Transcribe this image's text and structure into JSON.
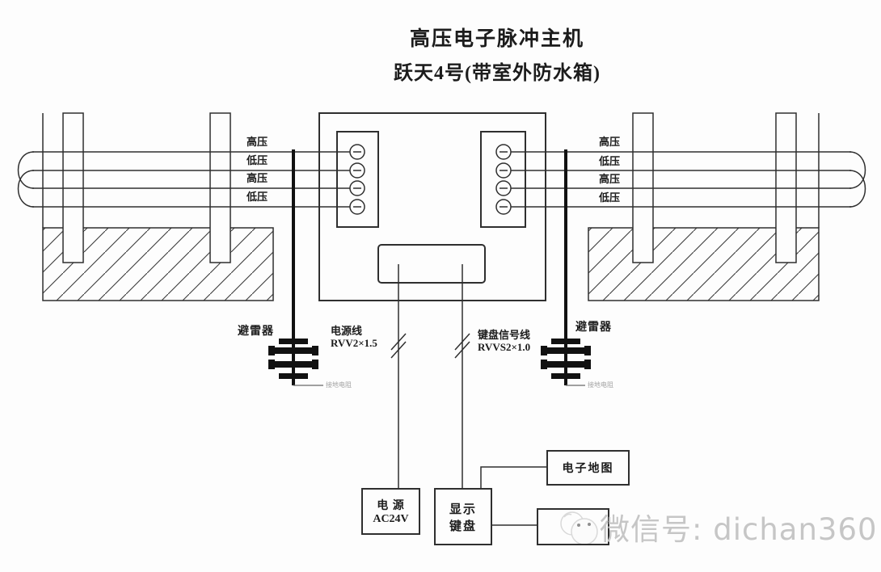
{
  "title": {
    "line1": "高压电子脉冲主机",
    "line2": "跃天4号(带室外防水箱)"
  },
  "fence": {
    "left_wire_labels": [
      "高压",
      "低压",
      "高压",
      "低压"
    ],
    "right_wire_labels": [
      "高压",
      "低压",
      "高压",
      "低压"
    ]
  },
  "arresters": {
    "left_label": "避雷器",
    "right_label": "避雷器",
    "left_ground_note": "接地电阻",
    "right_ground_note": "接地电阻"
  },
  "cables": {
    "power_line": {
      "name": "电源线",
      "spec": "RVV2×1.5"
    },
    "signal_line": {
      "name": "键盘信号线",
      "spec": "RVVS2×1.0"
    }
  },
  "devices": {
    "power_supply": {
      "line1": "电 源",
      "line2": "AC24V"
    },
    "display_keypad": {
      "line1": "显示",
      "line2": "键盘"
    },
    "electronic_map": {
      "label": "电子地图"
    }
  },
  "watermark": {
    "text": "微信号: dichan360"
  },
  "colors": {
    "line": "#2f2f2f",
    "watermark": "#c6c6c6"
  }
}
